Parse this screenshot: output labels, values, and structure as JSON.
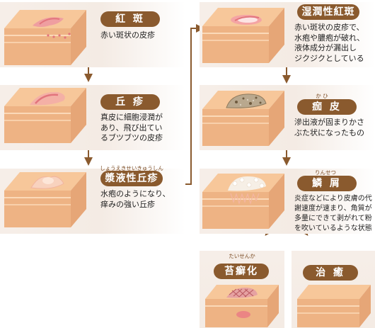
{
  "stages": {
    "erythema": {
      "title": "紅 斑",
      "desc": [
        "赤い斑状の皮疹"
      ]
    },
    "papule": {
      "title": "丘 疹",
      "desc": [
        "真皮に細胞浸潤が",
        "あり、飛び出てい",
        "るブツブツの皮疹"
      ]
    },
    "seropapule": {
      "title": "漿液性丘疹",
      "ruby": "しょうえきせいきゅうしん",
      "desc": [
        "水疱のようになり、",
        "痒みの強い丘疹"
      ]
    },
    "moist_erythema": {
      "title": "湿潤性紅斑",
      "desc": [
        "赤い斑状の皮疹で、",
        "水疱や膿疱が破れ、",
        "液体成分が漏出し",
        "ジクジクとしている"
      ]
    },
    "crust": {
      "title": "痂 皮",
      "ruby": "か ひ",
      "desc": [
        "滲出液が固まりかさ",
        "ぶた状になったもの"
      ]
    },
    "scale": {
      "title": "鱗 屑",
      "ruby": "りんせつ",
      "desc": [
        "炎症などにより皮膚の代",
        "謝速度が速まり、角質が",
        "多量にできて剥がれて粉",
        "を吹いているような状態"
      ]
    },
    "lichenification": {
      "title": "苔癬化",
      "ruby": "たいせんか"
    },
    "cure": {
      "title": "治 癒"
    }
  },
  "colors": {
    "label_bg": "#8a5a2e",
    "arrow": "#8a5a2e",
    "skin_top": "#f7c79a",
    "skin_side": "#eeb384",
    "skin_stripe": "#fbd9b8",
    "lesion_red": "#e2747c"
  }
}
